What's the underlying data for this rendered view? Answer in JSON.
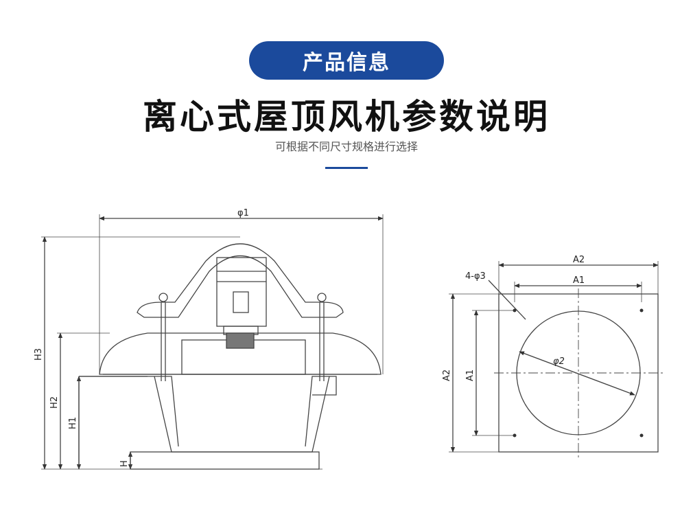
{
  "header": {
    "badge": "产品信息",
    "title": "离心式屋顶风机参数说明",
    "subtitle": "可根据不同尺寸规格进行选择"
  },
  "side_view": {
    "labels": {
      "diameter": "φ1",
      "h3": "H3",
      "h2": "H2",
      "h1": "H1",
      "h": "H"
    }
  },
  "plan_view": {
    "labels": {
      "a2_top": "A2",
      "a1_top": "A1",
      "holes": "4-φ3",
      "a2_side": "A2",
      "a1_side": "A1",
      "diameter": "φ2"
    }
  },
  "colors": {
    "accent": "#1b4a9c",
    "line": "#444444"
  }
}
